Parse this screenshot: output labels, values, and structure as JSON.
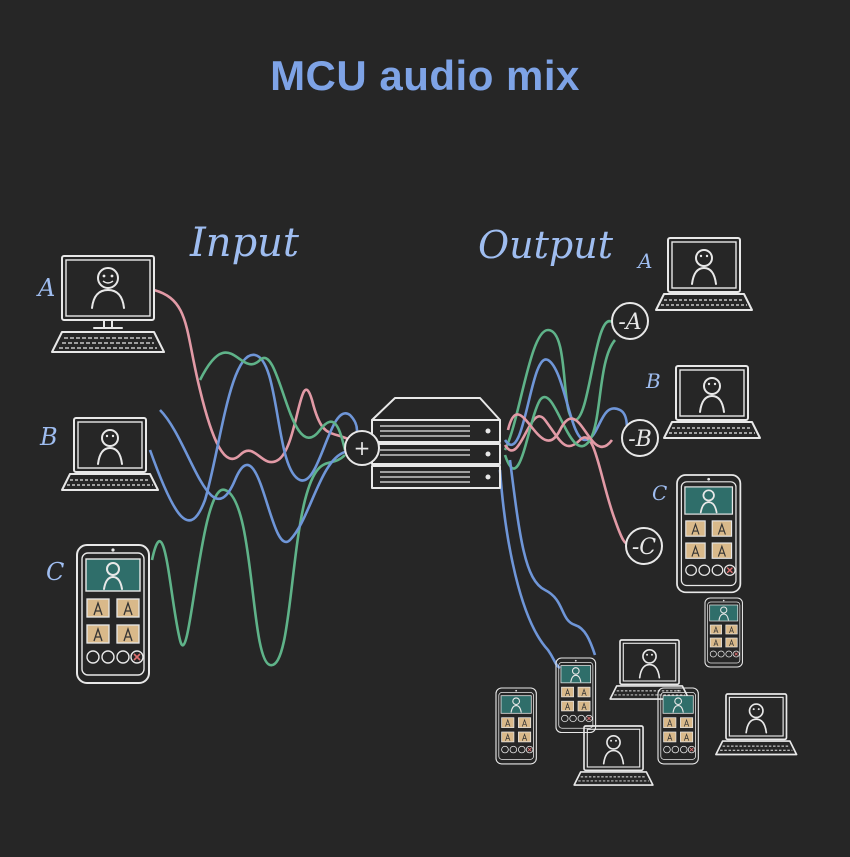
{
  "title": "MCU audio mix",
  "labels": {
    "input": "Input",
    "output": "Output",
    "in_a": "A",
    "in_b": "B",
    "in_c": "C",
    "out_a": "A",
    "out_b": "B",
    "out_c": "C",
    "mix_a": "-A",
    "mix_b": "-B",
    "mix_c": "-C",
    "plus": "+"
  },
  "colors": {
    "background": "#262626",
    "title": "#7ea3e6",
    "a_stream": "#e29aa6",
    "b_stream": "#6f96d8",
    "c_stream": "#5fb389"
  },
  "icons": [
    "laptop-icon",
    "phone-icon",
    "server-icon",
    "mixer-plus-icon"
  ]
}
